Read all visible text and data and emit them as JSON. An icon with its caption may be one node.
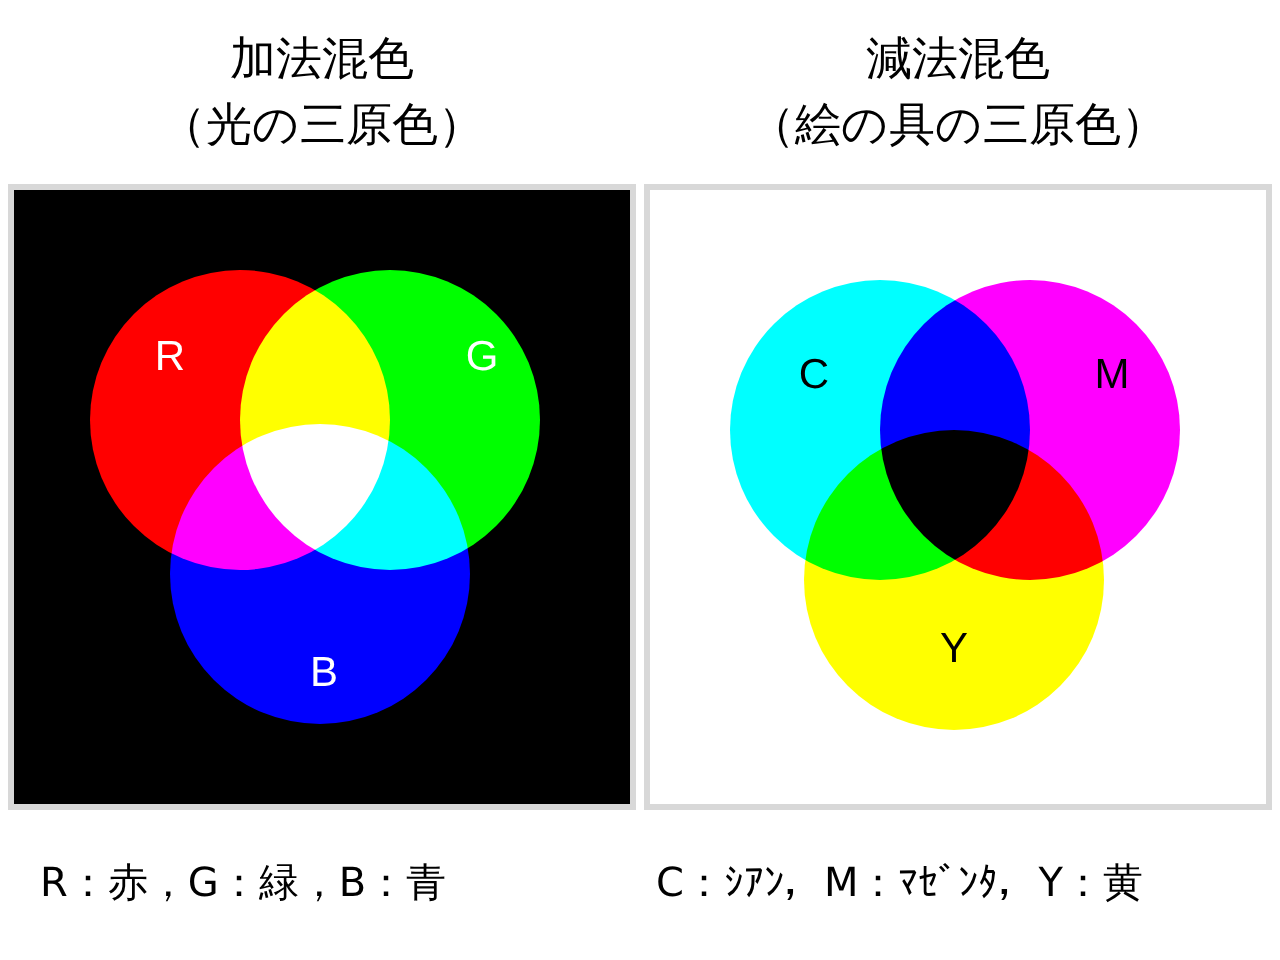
{
  "diagram": {
    "nodes": [
      {
        "text": [
          "加法混色",
          "（光の三原色）"
        ],
        "beside": [
          "R：赤，G：緑，B：青"
        ]
      },
      {
        "text": [
          "R"
        ],
        "in": 0
      },
      {
        "text": [
          "G"
        ],
        "in": 0
      },
      {
        "text": [
          "B"
        ],
        "in": 0
      },
      {
        "text": [
          "減法混色",
          "（絵の具の三原色）"
        ],
        "beside": [
          "C：ｼｱﾝ，M：ﾏｾﾞﾝﾀ，Y：黄"
        ]
      },
      {
        "text": [
          "C"
        ],
        "in": 4
      },
      {
        "text": [
          "M"
        ],
        "in": 4
      },
      {
        "text": [
          "Y"
        ],
        "in": 4
      }
    ]
  }
}
